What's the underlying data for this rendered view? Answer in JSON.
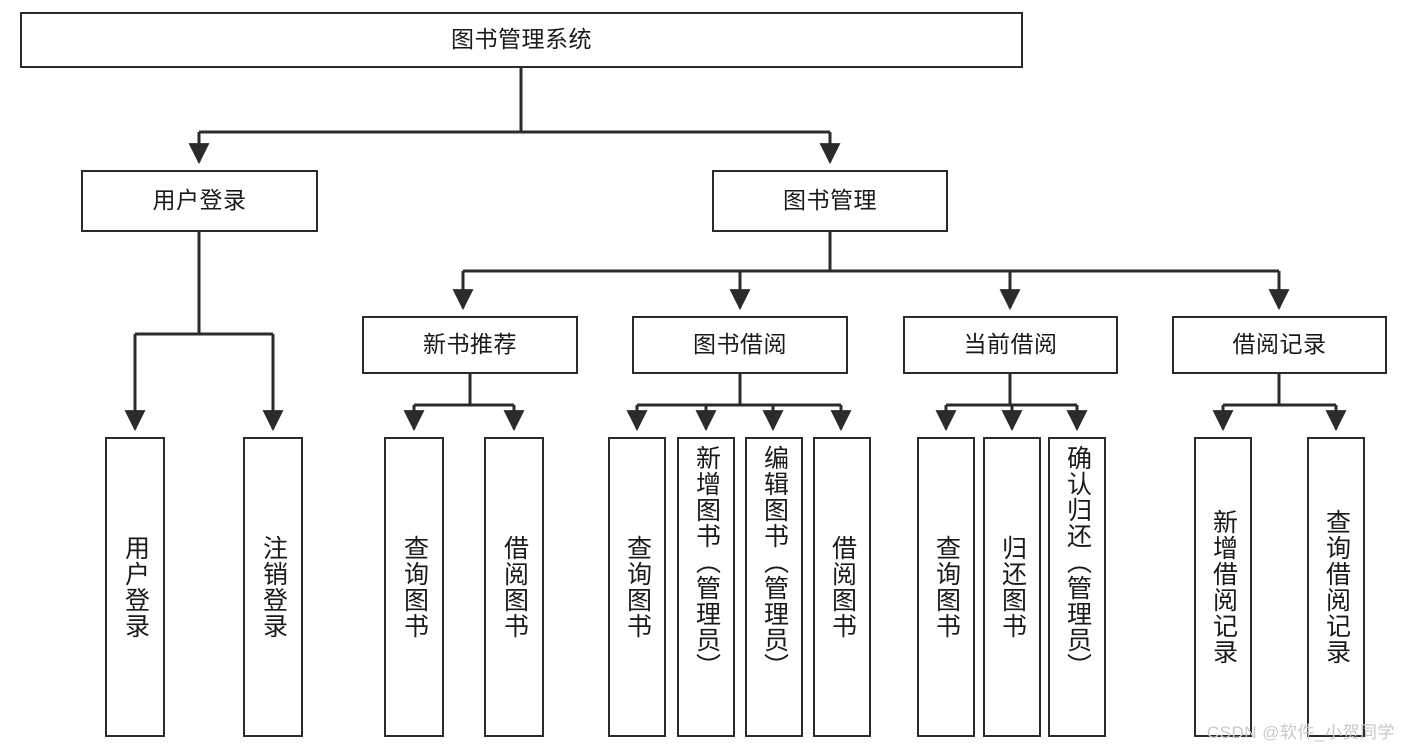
{
  "diagram": {
    "title": "图书管理系统",
    "type": "tree-hierarchy-chart",
    "root": {
      "label": "图书管理系统"
    },
    "level2": [
      {
        "label": "用户登录"
      },
      {
        "label": "图书管理"
      }
    ],
    "level3": [
      {
        "label": "新书推荐"
      },
      {
        "label": "图书借阅"
      },
      {
        "label": "当前借阅"
      },
      {
        "label": "借阅记录"
      }
    ],
    "leaves": {
      "user_login": [
        {
          "label": "用户登录"
        },
        {
          "label": "注销登录"
        }
      ],
      "new_book_recommend": [
        {
          "label": "查询图书"
        },
        {
          "label": "借阅图书"
        }
      ],
      "book_borrow": [
        {
          "label": "查询图书"
        },
        {
          "label": "新增图书（管理员）"
        },
        {
          "label": "编辑图书（管理员）"
        },
        {
          "label": "借阅图书"
        }
      ],
      "current_borrow": [
        {
          "label": "查询图书"
        },
        {
          "label": "归还图书"
        },
        {
          "label": "确认归还（管理员）"
        }
      ],
      "borrow_record": [
        {
          "label": "新增借阅记录"
        },
        {
          "label": "查询借阅记录"
        }
      ]
    }
  },
  "watermark": {
    "text": "CSDN @软件_小贺同学"
  },
  "colors": {
    "stroke": "#2b2b2b",
    "fill": "#ffffff",
    "text": "#1a1a1a",
    "watermark": "#c9c9c9"
  }
}
